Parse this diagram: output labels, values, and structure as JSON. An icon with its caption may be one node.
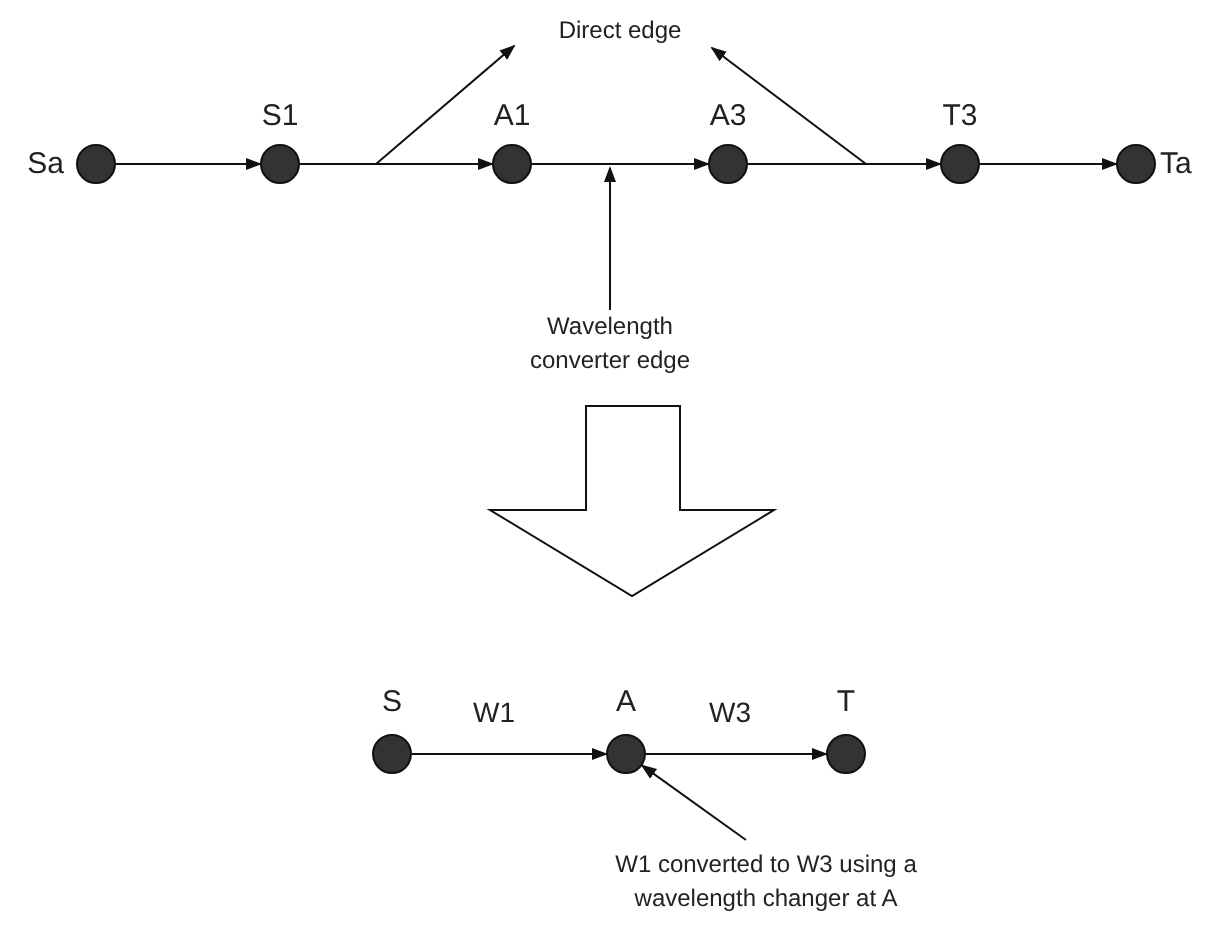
{
  "diagram": {
    "nodes": [
      {
        "text": [],
        "shape": "circle",
        "beside": [
          "Sa"
        ]
      },
      {
        "text": [],
        "shape": "circle",
        "beside": [
          "S1"
        ]
      },
      {
        "text": [],
        "shape": "circle",
        "beside": [
          "A1"
        ]
      },
      {
        "text": [],
        "shape": "circle",
        "beside": [
          "A3"
        ]
      },
      {
        "text": [],
        "shape": "circle",
        "beside": [
          "T3"
        ]
      },
      {
        "text": [],
        "shape": "circle",
        "beside": [
          "Ta"
        ]
      },
      {
        "text": [
          "Direct edge"
        ]
      },
      {
        "text": [
          "Wavelength converter edge"
        ]
      },
      {
        "text": [],
        "shape": "circle",
        "beside": [
          "S"
        ]
      },
      {
        "text": [],
        "shape": "circle",
        "beside": [
          "A"
        ]
      },
      {
        "text": [],
        "shape": "circle",
        "beside": [
          "T"
        ]
      },
      {
        "text": [
          "W1 converted to W3 using a wavelength changer at A"
        ]
      }
    ],
    "edges": [
      {
        "from": 0,
        "to": 1,
        "arrow": "to"
      },
      {
        "from": 1,
        "to": 2,
        "arrow": "to"
      },
      {
        "from": 2,
        "to": 3,
        "arrow": "to"
      },
      {
        "from": 3,
        "to": 4,
        "arrow": "to"
      },
      {
        "from": 4,
        "to": 5,
        "arrow": "to"
      },
      {
        "from": null,
        "to": 6,
        "arrow": "to"
      },
      {
        "from": null,
        "to": 6,
        "arrow": "to"
      },
      {
        "from": 7,
        "to": null,
        "arrow": "to"
      },
      {
        "from": 8,
        "to": 9,
        "arrow": "to",
        "label": "W1"
      },
      {
        "from": 9,
        "to": 10,
        "arrow": "to",
        "label": "W3"
      },
      {
        "from": 11,
        "to": 9,
        "arrow": "to"
      }
    ]
  }
}
